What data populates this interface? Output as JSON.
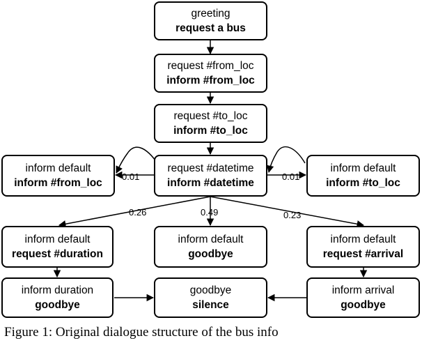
{
  "nodes": {
    "n_greeting": {
      "line1": "greeting",
      "line2": "request a bus"
    },
    "n_from": {
      "line1": "request #from_loc",
      "line2": "inform #from_loc"
    },
    "n_to": {
      "line1": "request #to_loc",
      "line2": "inform #to_loc"
    },
    "n_datetime": {
      "line1": "request #datetime",
      "line2": "inform #datetime"
    },
    "n_left_default": {
      "line1": "inform default",
      "line2": "inform #from_loc"
    },
    "n_right_default": {
      "line1": "inform default",
      "line2": "inform #to_loc"
    },
    "n_duration_req": {
      "line1": "inform default",
      "line2": "request #duration"
    },
    "n_goodbye": {
      "line1": "inform default",
      "line2": "goodbye"
    },
    "n_arrival_req": {
      "line1": "inform default",
      "line2": "request #arrival"
    },
    "n_duration_inf": {
      "line1": "inform duration",
      "line2": "goodbye"
    },
    "n_silence": {
      "line1": "goodbye",
      "line2": "silence"
    },
    "n_arrival_inf": {
      "line1": "inform arrival",
      "line2": "goodbye"
    }
  },
  "edges": {
    "left_loop": "0.01",
    "right_loop": "0.01",
    "to_duration": "0.26",
    "to_goodbye": "0.49",
    "to_arrival": "0.23"
  },
  "caption": "Figure 1: Original dialogue structure of the bus info"
}
